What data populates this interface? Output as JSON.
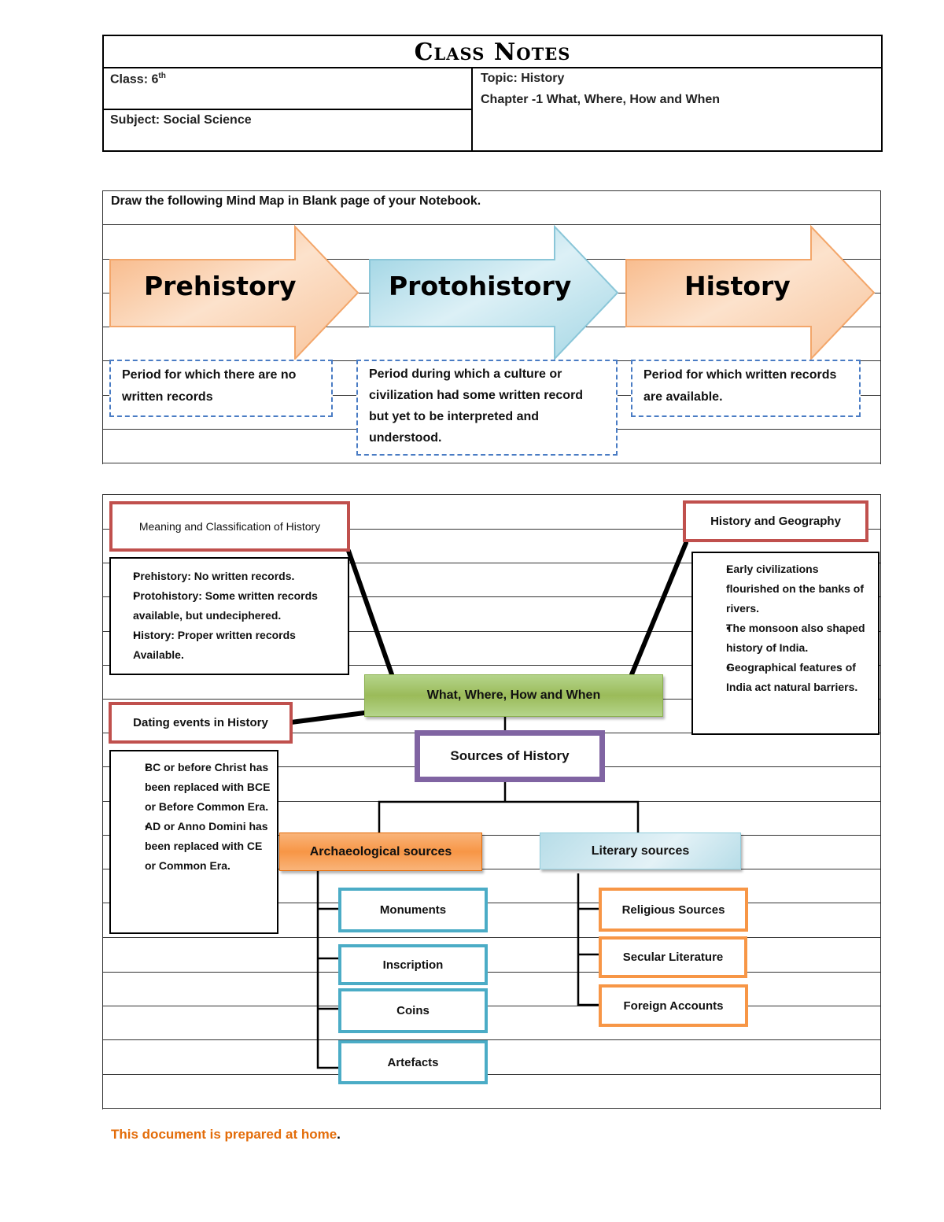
{
  "header": {
    "title": "Class Notes",
    "class_label": "Class: 6",
    "class_sup": "th",
    "subject": "Subject: Social Science",
    "topic": "Topic: History",
    "chapter": "Chapter -1 What, Where, How and When"
  },
  "mind_map_intro": {
    "instruction": "Draw the following Mind Map in Blank page of your Notebook.",
    "arrows": [
      {
        "label": "Prehistory",
        "color": "#f9b47a",
        "description": "Period for which there are no written records"
      },
      {
        "label": "Protohistory",
        "color": "#92cddc",
        "description": "Period during which a culture or civilization had some written record but yet to be interpreted and understood."
      },
      {
        "label": "History",
        "color": "#f9b47a",
        "description": "Period for which written records are available."
      }
    ]
  },
  "mind_map": {
    "center": "What, Where, How and When",
    "meaning": {
      "title": "Meaning and Classification of History",
      "points": [
        "Prehistory: No written records.",
        "Protohistory: Some written records available, but undeciphered.",
        "History: Proper written records Available."
      ]
    },
    "geography": {
      "title": "History and Geography",
      "points": [
        "Early civilizations flourished on the banks of rivers.",
        "The monsoon also shaped history of India.",
        "Geographical features of India act natural barriers."
      ]
    },
    "dating": {
      "title": "Dating events in History",
      "points": [
        "BC or before Christ has been replaced with BCE or Before Common Era.",
        "AD or Anno Domini has been replaced with CE or Common Era."
      ]
    },
    "sources": {
      "title": "Sources of History",
      "archaeological": {
        "title": "Archaeological sources",
        "items": [
          "Monuments",
          "Inscription",
          "Coins",
          "Artefacts"
        ]
      },
      "literary": {
        "title": "Literary sources",
        "items": [
          "Religious Sources",
          "Secular Literature",
          "Foreign Accounts"
        ]
      }
    }
  },
  "footer": {
    "text": "This document is prepared at home",
    "end": "."
  },
  "colors": {
    "red_border": "#c0504d",
    "teal_border": "#4bacc6",
    "orange_border": "#f79646",
    "purple_border": "#8064a2",
    "green_fill": "#9bbb59",
    "dash_blue": "#4a7cc4",
    "footer_orange": "#e36c09"
  }
}
